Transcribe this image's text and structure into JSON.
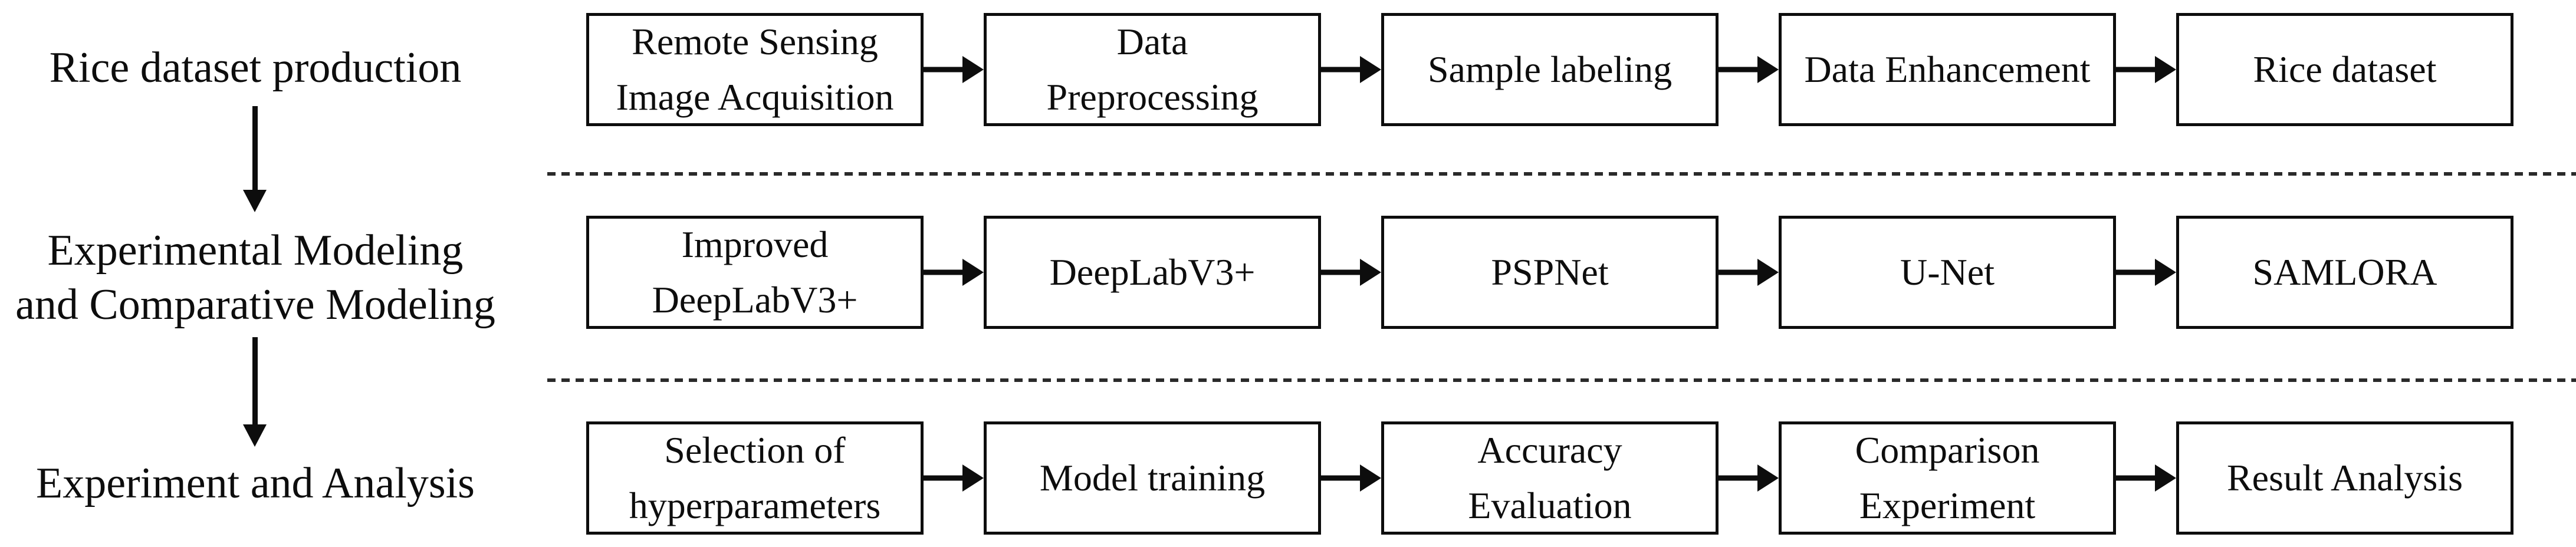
{
  "figure": {
    "background": "#ffffff",
    "line_color": "#0d0d0d",
    "dash_color": "#2a2a2a"
  },
  "stages": [
    {
      "label": "Rice dataset production",
      "boxes": [
        "Remote Sensing\nImage Acquisition",
        "Data\nPreprocessing",
        "Sample labeling",
        "Data Enhancement",
        "Rice dataset"
      ]
    },
    {
      "label": "Experimental Modeling\nand Comparative Modeling",
      "boxes": [
        "Improved\nDeepLabV3+",
        "DeepLabV3+",
        "PSPNet",
        "U-Net",
        "SAMLORA"
      ]
    },
    {
      "label": "Experiment and Analysis",
      "boxes": [
        "Selection of\nhyperparameters",
        "Model training",
        "Accuracy\nEvaluation",
        "Comparison\nExperiment",
        "Result Analysis"
      ]
    }
  ]
}
